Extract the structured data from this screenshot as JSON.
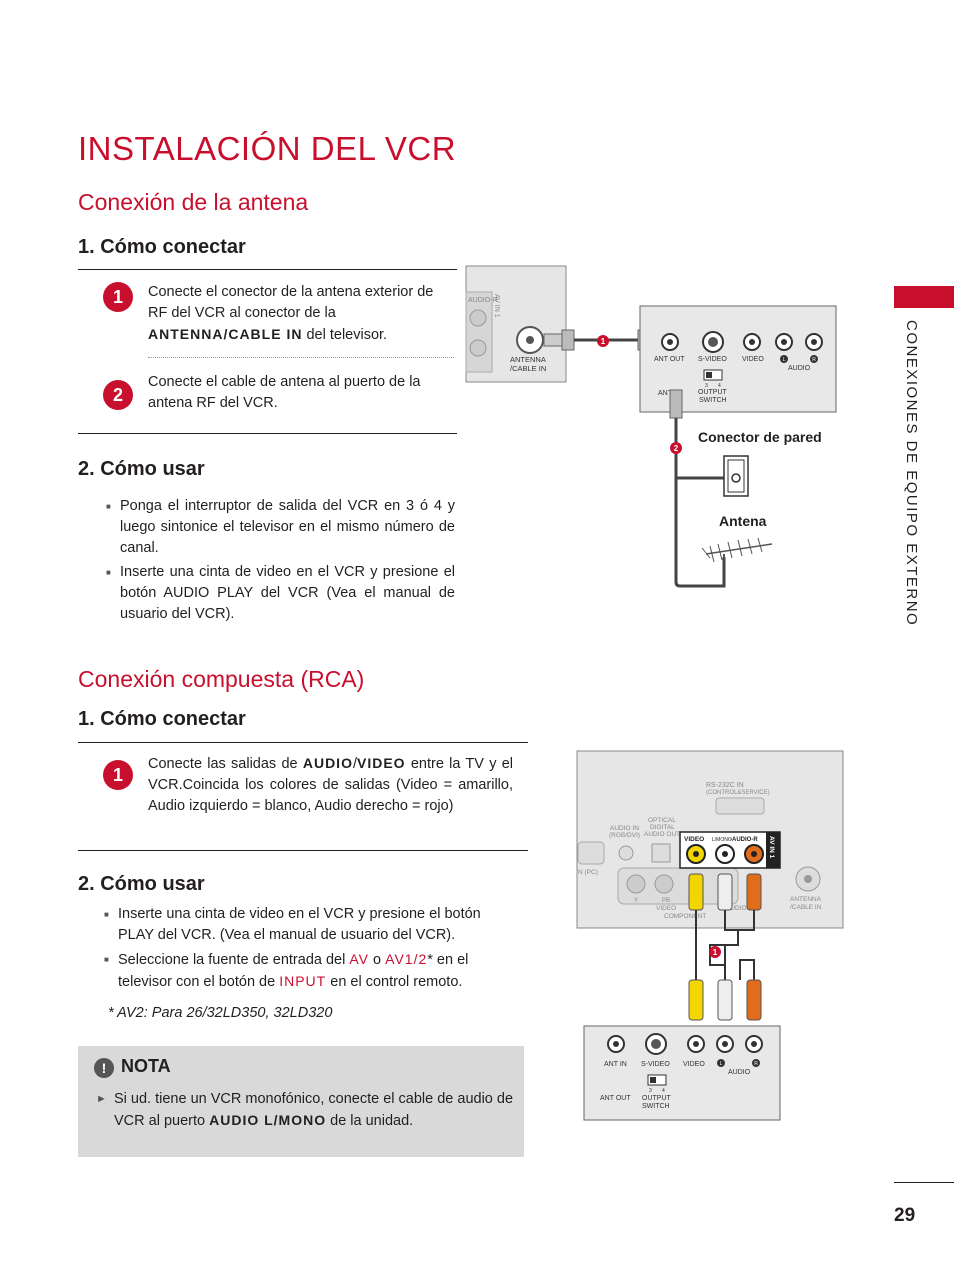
{
  "page": {
    "title": "INSTALACIÓN DEL VCR",
    "side_label": "CONEXIONES DE EQUIPO EXTERNO",
    "page_number": "29"
  },
  "antenna": {
    "heading": "Conexión de la antena",
    "connect_heading": "1. Cómo conectar",
    "step1_badge": "1",
    "step1_a": "Conecte el conector de la antena exterior de RF del VCR al conector de la",
    "step1_kw": "ANTENNA/CABLE IN",
    "step1_b": "del televisor.",
    "step2_badge": "2",
    "step2": "Conecte el cable de antena al puerto de la antena RF del VCR.",
    "use_heading": "2. Cómo usar",
    "use_items": [
      "Ponga el interruptor de salida del VCR en 3 ó 4 y luego sintonice el televisor en el mismo número de canal.",
      "Inserte una cinta de video en el VCR y presione el botón AUDIO PLAY del VCR (Vea el manual de usuario del VCR)."
    ],
    "diagram": {
      "tv_antenna_label_1": "ANTENNA",
      "tv_antenna_label_2": "/CABLE IN",
      "tv_audio_label": "AUDIO-R",
      "tv_av_label": "AV IN 1",
      "vcr_ant_out": "ANT OUT",
      "vcr_svideo": "S-VIDEO",
      "vcr_video": "VIDEO",
      "vcr_audio": "AUDIO",
      "vcr_l": "L",
      "vcr_r": "R",
      "vcr_ant_in": "ANT IN",
      "vcr_output": "OUTPUT",
      "vcr_switch": "SWITCH",
      "sw_3": "3",
      "sw_4": "4",
      "badge1": "1",
      "badge2": "2",
      "wall_label": "Conector de pared",
      "antenna_label": "Antena"
    }
  },
  "rca": {
    "heading": "Conexión compuesta (RCA)",
    "connect_heading": "1. Cómo conectar",
    "step1_badge": "1",
    "step1_a": "Conecte las salidas de",
    "step1_kw1": "AUDIO",
    "step1_sep": "/",
    "step1_kw2": "VIDEO",
    "step1_b": "entre la TV y el VCR.Coincida los colores de salidas (Video = amarillo, Audio izquierdo = blanco, Audio derecho = rojo)",
    "use_heading": "2. Cómo usar",
    "use_item1": "Inserte una cinta de video en el VCR y presione el botón PLAY del VCR. (Vea el manual de usuario del VCR).",
    "use_item2_a": "Seleccione la fuente de entrada del",
    "use_item2_kw1": "AV",
    "use_item2_o": "o",
    "use_item2_kw2": "AV1/2",
    "use_item2_b": "* en el televisor con el botón de",
    "use_item2_kw3": "INPUT",
    "use_item2_c": "en el control remoto.",
    "footnote": "* AV2: Para 26/32LD350, 32LD320",
    "diagram": {
      "rs232_1": "RS-232C IN",
      "rs232_2": "(CONTROL&SERVICE)",
      "optical_1": "OPTICAL",
      "optical_2": "DIGITAL",
      "optical_3": "AUDIO OUT",
      "audio_in_1": "AUDIO IN",
      "audio_in_2": "(RGB/DVI)",
      "rgb_pc": "N (PC)",
      "video": "VIDEO",
      "lmono": "L/MONO",
      "audio_r": "-AUDIO-R",
      "av_in1": "AV IN 1",
      "y": "Y",
      "pb": "PB",
      "video2": "VIDEO",
      "component": "COMPONENT",
      "audio2": "AUDIO",
      "tv_ant_1": "ANTENNA",
      "tv_ant_2": "/CABLE IN",
      "badge1": "1",
      "vcr_ant_in": "ANT IN",
      "vcr_svideo": "S-VIDEO",
      "vcr_video": "VIDEO",
      "vcr_l": "L",
      "vcr_r": "R",
      "vcr_audio": "AUDIO",
      "vcr_ant_out": "ANT OUT",
      "vcr_output": "OUTPUT",
      "vcr_switch": "SWITCH",
      "sw_3": "3",
      "sw_4": "4"
    }
  },
  "note": {
    "title": "NOTA",
    "icon": "!",
    "arrow": "►",
    "text_a": "Si ud. tiene un VCR monofónico, conecte el cable de audio de VCR al puerto",
    "kw": "AUDIO L/MONO",
    "text_b": "de la unidad."
  },
  "colors": {
    "accent": "#c8102e",
    "rca_yellow": "#f3d600",
    "rca_white": "#e8e8e8",
    "rca_red": "#e06c1c",
    "note_bg": "#d9d9d9"
  }
}
